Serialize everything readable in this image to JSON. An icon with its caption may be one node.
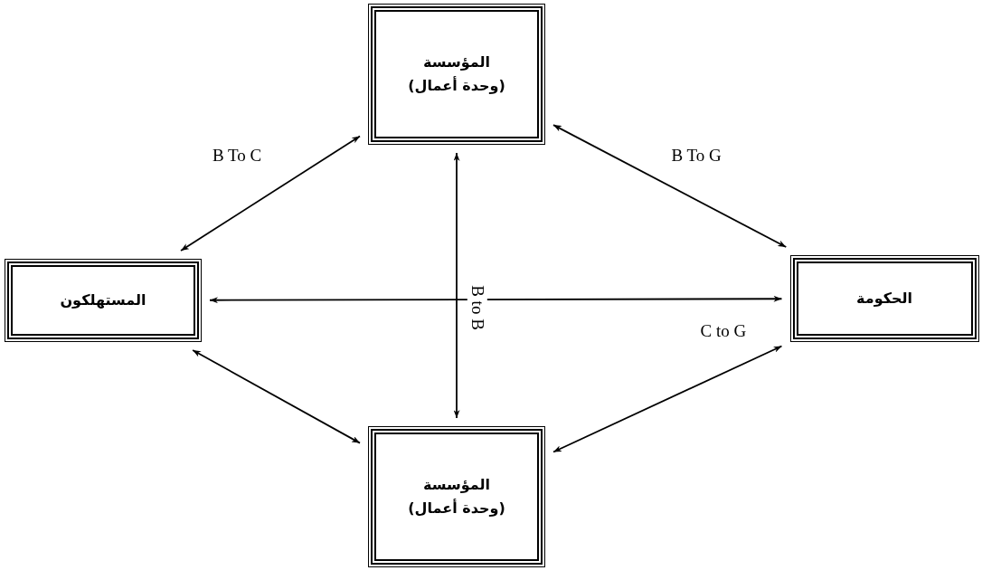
{
  "diagram": {
    "nodes": [
      {
        "text": [
          "المؤسسة",
          "(وحدة أعمال)"
        ]
      },
      {
        "text": [
          "المستهلكون"
        ]
      },
      {
        "text": [
          "الحكومة"
        ]
      },
      {
        "text": [
          "المؤسسة",
          "(وحدة أعمال)"
        ]
      }
    ],
    "edges": [
      {
        "from": 0,
        "to": 1,
        "arrow": "both",
        "label": "B To C"
      },
      {
        "from": 0,
        "to": 2,
        "arrow": "both",
        "label": "B To G"
      },
      {
        "from": 0,
        "to": 3,
        "arrow": "both",
        "label": "B to B"
      },
      {
        "from": 1,
        "to": 2,
        "arrow": "both",
        "label": "C to G"
      },
      {
        "from": 1,
        "to": 3,
        "arrow": "both"
      },
      {
        "from": 3,
        "to": 2,
        "arrow": "both"
      }
    ]
  }
}
